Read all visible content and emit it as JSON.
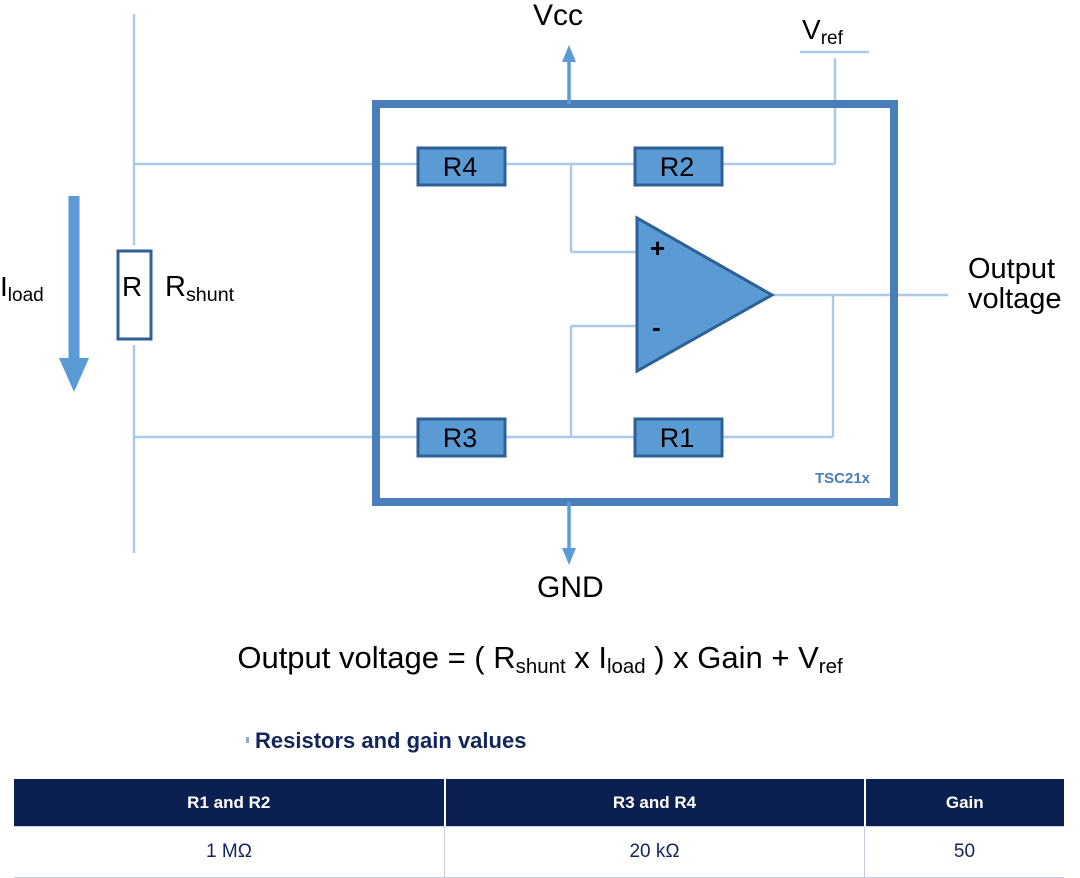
{
  "diagram": {
    "title_labels": {
      "vcc": "Vcc",
      "vref_base": "V",
      "vref_sub": "ref",
      "gnd": "GND",
      "iload_base": "I",
      "iload_sub": "load",
      "rshunt_base": "R",
      "rshunt_sub": "shunt",
      "shunt_box_letter": "R",
      "output_line1": "Output",
      "output_line2": "voltage",
      "device_name": "TSC21x"
    },
    "resistors": [
      {
        "id": "R4",
        "label": "R4"
      },
      {
        "id": "R2",
        "label": "R2"
      },
      {
        "id": "R3",
        "label": "R3"
      },
      {
        "id": "R1",
        "label": "R1"
      }
    ],
    "opamp": {
      "plus": "+",
      "minus": "-"
    },
    "colors": {
      "wire": "#aacbe8",
      "ic_border": "#4a7ebb",
      "resistor_fill": "#5b9bd5",
      "resistor_border": "#2e5f96",
      "opamp_fill": "#5b9bd5",
      "opamp_border": "#2e5f96",
      "arrow": "#5b9bd5",
      "device_text": "#4a7ebb",
      "heading": "#13265c",
      "table_header_bg": "#0b2050"
    }
  },
  "formula": {
    "lead": "Output voltage = ( R",
    "sub1": "shunt",
    "mid1": " x I",
    "sub2": "load",
    "mid2": " ) x Gain + V",
    "sub3": "ref"
  },
  "section": {
    "heading": "Resistors and gain values"
  },
  "table": {
    "headers": [
      "R1 and R2",
      "R3 and R4",
      "Gain"
    ],
    "rows": [
      [
        "1 MΩ",
        "20 kΩ",
        "50"
      ]
    ]
  }
}
